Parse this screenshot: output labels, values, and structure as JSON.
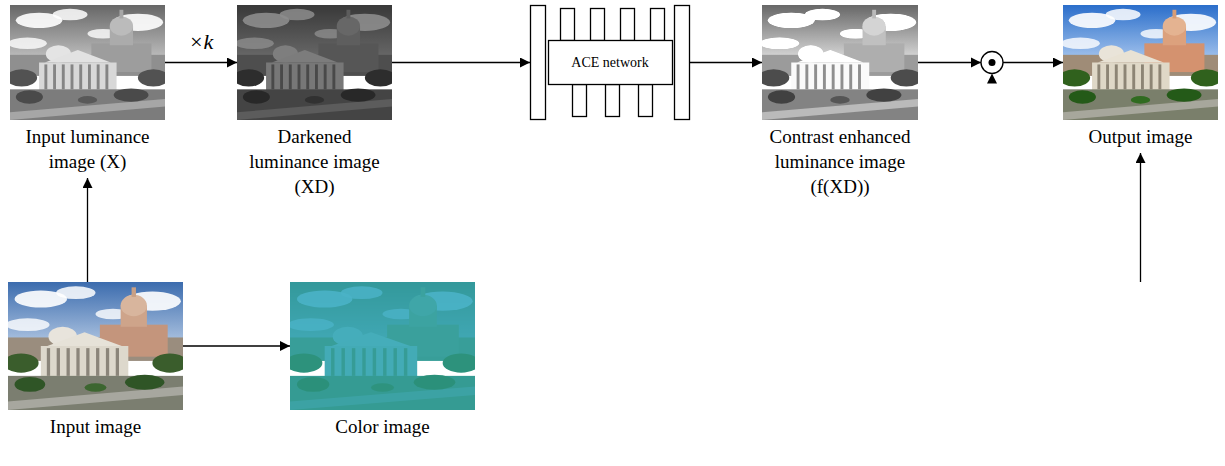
{
  "diagram": {
    "nodes": [
      {
        "text": [
          "Input luminance image (X)"
        ]
      },
      {
        "text": [
          "Darkened luminance image (XD)"
        ]
      },
      {
        "text": [
          "ACE network"
        ]
      },
      {
        "text": [
          "Contrast enhanced luminance image (f(XD))"
        ]
      },
      {
        "text": [
          "Output image"
        ]
      },
      {
        "text": [
          "Input image"
        ]
      },
      {
        "text": [
          "Color image"
        ]
      }
    ],
    "edges": [
      {
        "from": 0,
        "to": 1,
        "label": "×k",
        "arrow": "to"
      },
      {
        "from": 1,
        "to": 2,
        "arrow": "to"
      },
      {
        "from": 2,
        "to": 3,
        "arrow": "to"
      },
      {
        "from": 3,
        "to": 4,
        "arrow": "to"
      },
      {
        "from": 6,
        "to": 4,
        "arrow": "to"
      },
      {
        "from": 5,
        "to": 0,
        "arrow": "to"
      },
      {
        "from": 5,
        "to": 6,
        "arrow": "to"
      }
    ]
  }
}
